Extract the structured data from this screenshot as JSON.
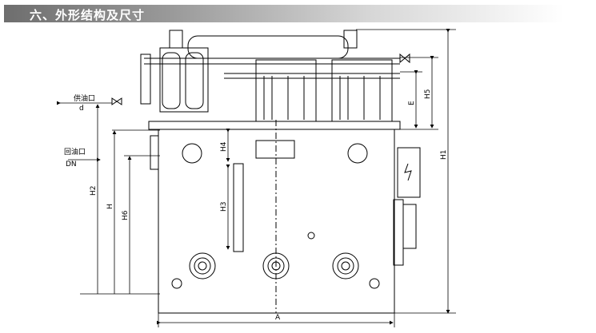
{
  "header": {
    "title": "六、外形结构及尺寸"
  },
  "drawing": {
    "supply_port": "供油口",
    "supply_size": "d",
    "return_port": "回油口",
    "return_size": "DN",
    "dims": {
      "H1": "H1",
      "H2": "H2",
      "H": "H",
      "H6": "H6",
      "H3": "H3",
      "H4": "H4",
      "H5": "H5",
      "E": "E",
      "A": "A"
    }
  }
}
